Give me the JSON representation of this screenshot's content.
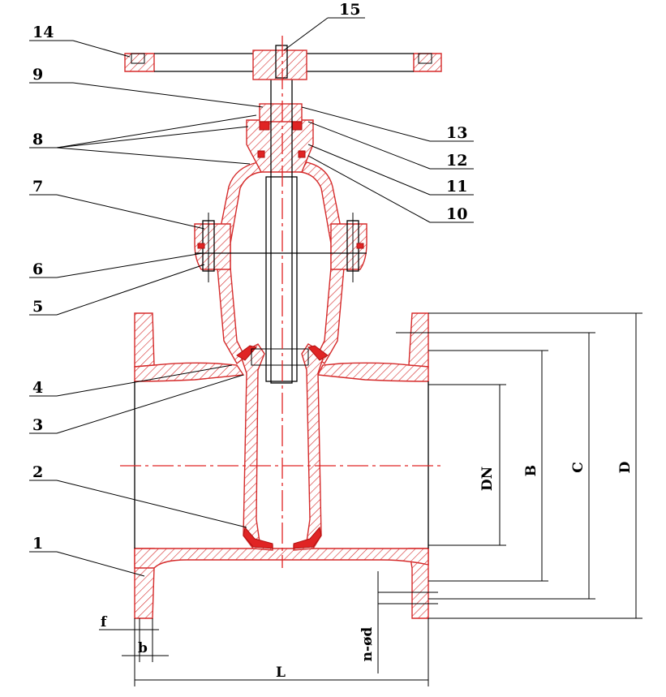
{
  "part_labels": {
    "p1": "1",
    "p2": "2",
    "p3": "3",
    "p4": "4",
    "p5": "5",
    "p6": "6",
    "p7": "7",
    "p8": "8",
    "p9": "9",
    "p10": "10",
    "p11": "11",
    "p12": "12",
    "p13": "13",
    "p14": "14",
    "p15": "15"
  },
  "dimension_labels": {
    "dn": "DN",
    "b_upper": "B",
    "c": "C",
    "d": "D",
    "f": "f",
    "b_lower": "b",
    "l": "L",
    "n_phi_d": "n-ød"
  },
  "colors": {
    "section_hatch": "#d52a2a",
    "solid_seal": "#e02424",
    "outline": "#000000"
  }
}
